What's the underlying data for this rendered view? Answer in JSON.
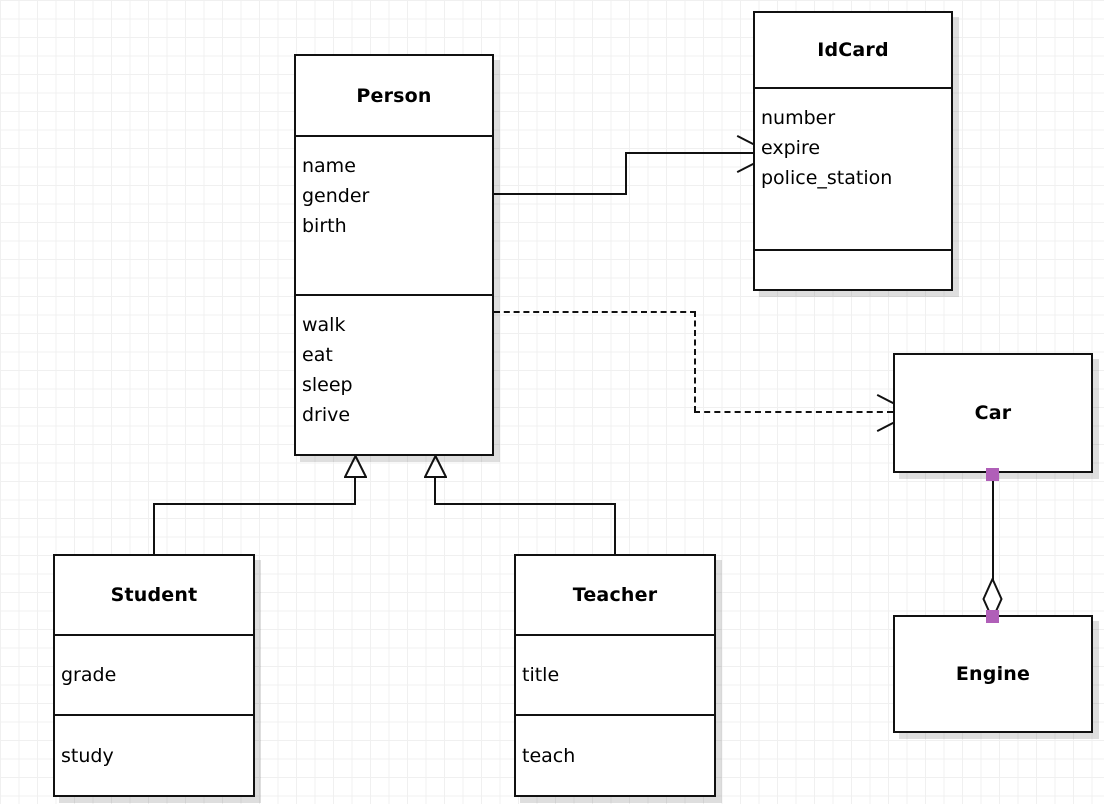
{
  "diagram": {
    "type": "uml-class-diagram",
    "background": "#ffffff",
    "grid_color": "#f0f0f0",
    "line_color": "#111111",
    "handle_color": "#b05fb8"
  },
  "classes": {
    "person": {
      "name": "Person",
      "attributes": [
        "name",
        "gender",
        "birth"
      ],
      "methods": [
        "walk",
        "eat",
        "sleep",
        "drive"
      ]
    },
    "idcard": {
      "name": "IdCard",
      "attributes": [
        "number",
        "expire",
        "police_station"
      ],
      "methods": []
    },
    "car": {
      "name": "Car",
      "attributes": [],
      "methods": []
    },
    "engine": {
      "name": "Engine",
      "attributes": [],
      "methods": []
    },
    "student": {
      "name": "Student",
      "attributes": [
        "grade"
      ],
      "methods": [
        "study"
      ]
    },
    "teacher": {
      "name": "Teacher",
      "attributes": [
        "title"
      ],
      "methods": [
        "teach"
      ]
    }
  },
  "relationships": [
    {
      "id": "person-idcard",
      "kind": "association",
      "from": "person",
      "to": "idcard",
      "style": "solid",
      "head": "open-arrow"
    },
    {
      "id": "person-car",
      "kind": "dependency",
      "from": "person",
      "to": "car",
      "style": "dashed",
      "head": "open-arrow"
    },
    {
      "id": "student-person",
      "kind": "generalization",
      "from": "student",
      "to": "person",
      "style": "solid",
      "head": "hollow-triangle"
    },
    {
      "id": "teacher-person",
      "kind": "generalization",
      "from": "teacher",
      "to": "person",
      "style": "solid",
      "head": "hollow-triangle"
    },
    {
      "id": "car-engine",
      "kind": "aggregation",
      "from": "car",
      "to": "engine",
      "style": "solid",
      "head": "hollow-diamond"
    }
  ]
}
